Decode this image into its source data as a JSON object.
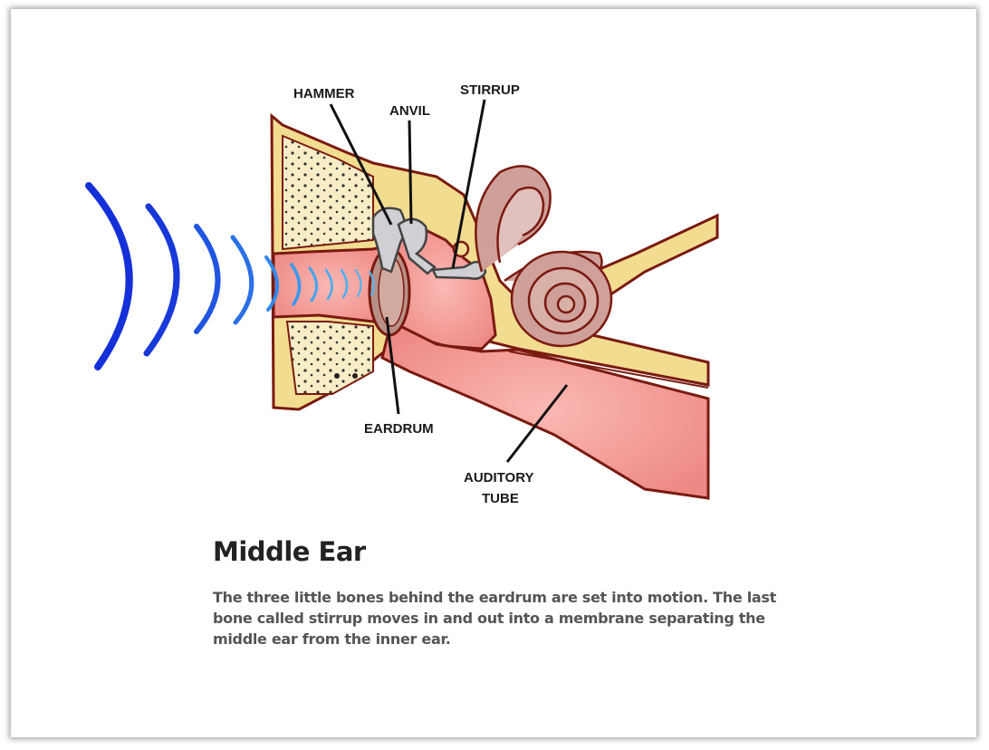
{
  "slide": {
    "title": "Middle Ear",
    "body": "The three little bones behind the eardrum are set into motion. The last bone called stirrup moves in and out into a membrane separating the middle ear from the inner ear."
  },
  "diagram": {
    "labels": {
      "hammer": "HAMMER",
      "anvil": "ANVIL",
      "stirrup": "STIRRUP",
      "eardrum": "EARDRUM",
      "auditory_tube_line1": "AUDITORY",
      "auditory_tube_line2": "TUBE"
    }
  },
  "colors": {
    "sound_wave": "#1e40e0",
    "outline": "#7a1a10",
    "bone": "#f2dc90",
    "tissue": "#f4a0a0",
    "cochlea": "#cfa09a"
  }
}
